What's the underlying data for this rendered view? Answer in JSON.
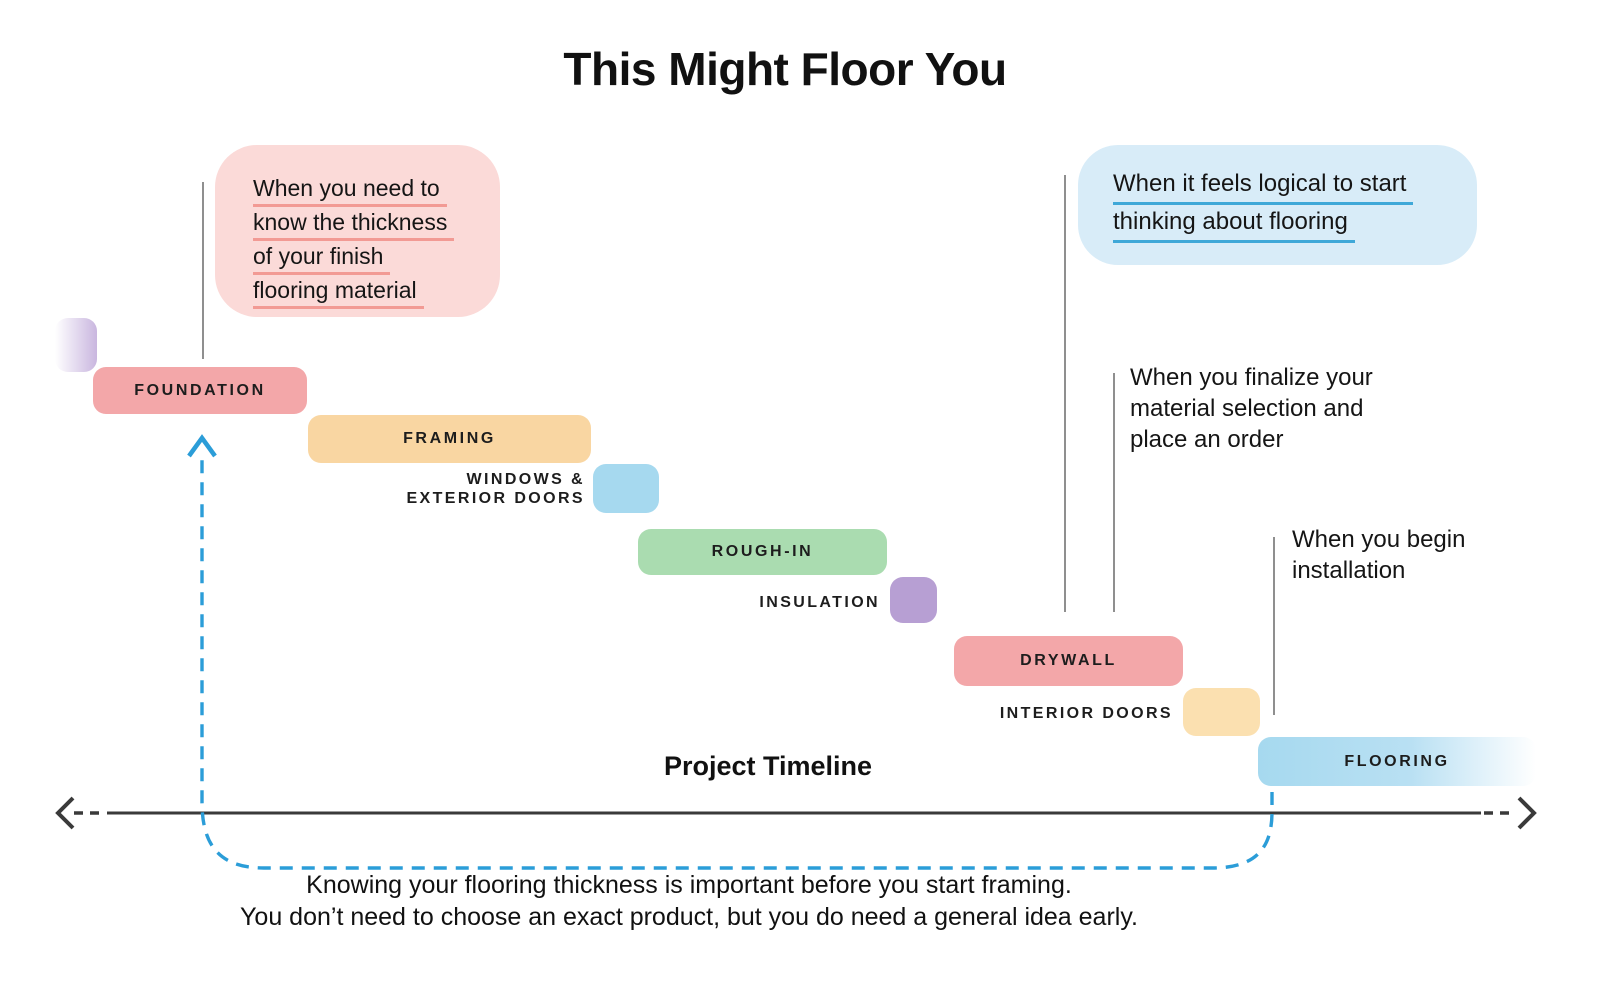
{
  "title": "This Might Floor You",
  "callouts": {
    "thickness": {
      "lines": [
        "When you need to",
        "know the thickness",
        "of your finish",
        "flooring material"
      ]
    },
    "logical": {
      "lines": [
        "When it feels logical to start",
        "thinking about flooring"
      ]
    },
    "finalize": {
      "lines": [
        "When you finalize your",
        "material selection and",
        "place an order"
      ]
    },
    "begin": {
      "lines": [
        "When you begin",
        "installation"
      ]
    }
  },
  "phases": {
    "foundation": {
      "label": "FOUNDATION",
      "color": "#F3A7A9"
    },
    "framing": {
      "label": "FRAMING",
      "color": "#F9D6A2"
    },
    "windows": {
      "label_lines": [
        "WINDOWS &",
        "EXTERIOR DOORS"
      ],
      "color": "#A6D9EF"
    },
    "roughin": {
      "label": "ROUGH-IN",
      "color": "#AADCB0"
    },
    "insulation": {
      "label": "INSULATION",
      "color": "#B79FD3"
    },
    "drywall": {
      "label": "DRYWALL",
      "color": "#F3A7A9"
    },
    "interior_doors": {
      "label": "INTERIOR DOORS",
      "color": "#FBE0B0"
    },
    "flooring": {
      "label": "FLOORING",
      "color": "#A6D9EF"
    }
  },
  "timeline": {
    "label": "Project Timeline"
  },
  "caption": {
    "lines": [
      "Knowing your flooring thickness is important before you start framing.",
      "You don’t need to choose an exact product, but you do need a general idea early."
    ]
  },
  "colors": {
    "pink_bar": "#F3A7A9",
    "peach_bar": "#F9D6A2",
    "light_peach_bar": "#FBE0B0",
    "blue_bar": "#A6D9EF",
    "green_bar": "#AADCB0",
    "purple_bar": "#B79FD3",
    "prev_phase_purple": "#C9B6DF",
    "pink_callout_bg": "#FBDAD8",
    "blue_callout_bg": "#D8ECF8",
    "pink_underline": "#F29A94",
    "blue_underline": "#3FA8D8",
    "dashed_arrow_blue": "#2B9DD8",
    "axis_dark": "#3A3A3A",
    "reference_line_gray": "#8F8F8F"
  }
}
